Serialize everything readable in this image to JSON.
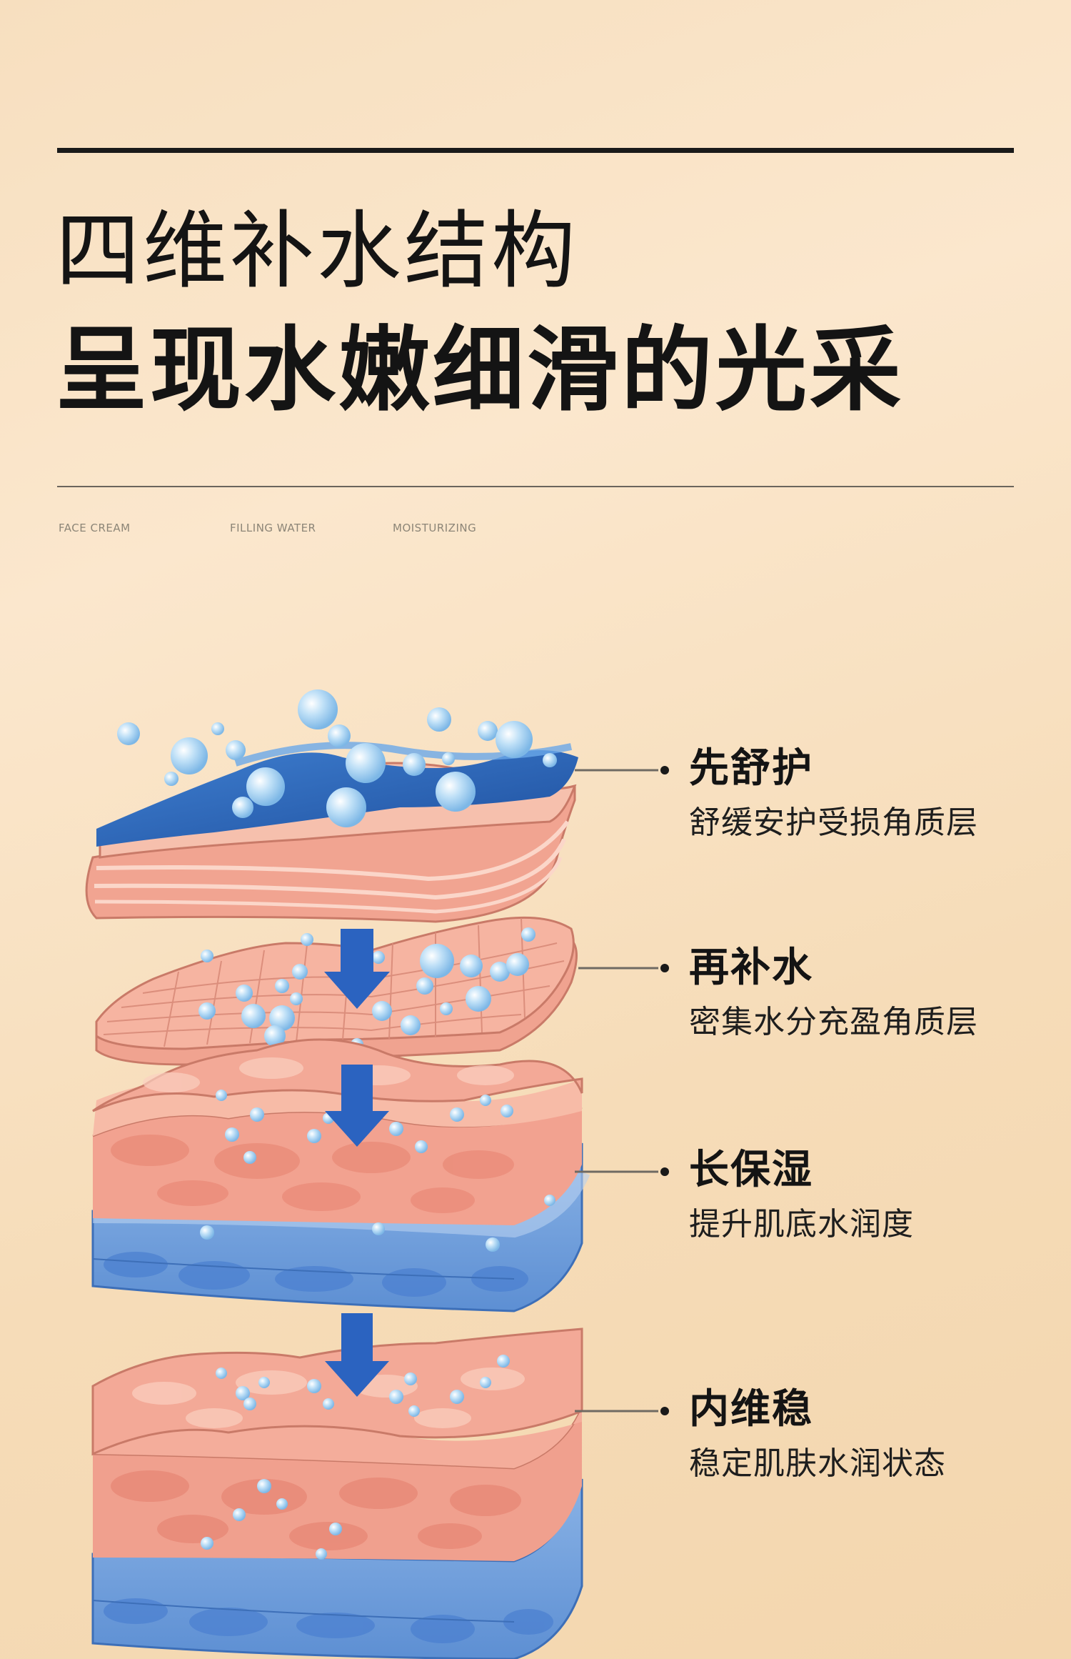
{
  "header": {
    "title_line1": "四维补水结构",
    "title_line2": "呈现水嫩细滑的光采"
  },
  "tags": [
    "FACE CREAM",
    "FILLING WATER",
    "MOISTURIZING"
  ],
  "layers": [
    {
      "heading": "先舒护",
      "description": "舒缓安护受损角质层"
    },
    {
      "heading": "再补水",
      "description": "密集水分充盈角质层"
    },
    {
      "heading": "长保湿",
      "description": "提升肌底水润度"
    },
    {
      "heading": "内维稳",
      "description": "稳定肌肤水润状态"
    }
  ],
  "colors": {
    "skin_pink": "#f2a491",
    "skin_light": "#f9c6b2",
    "skin_dark": "#e47e6e",
    "water_blue": "#2f64b4",
    "water_light": "#7fa9e0",
    "arrow_blue": "#2b63c0",
    "bubble": "#a9d3f2"
  }
}
